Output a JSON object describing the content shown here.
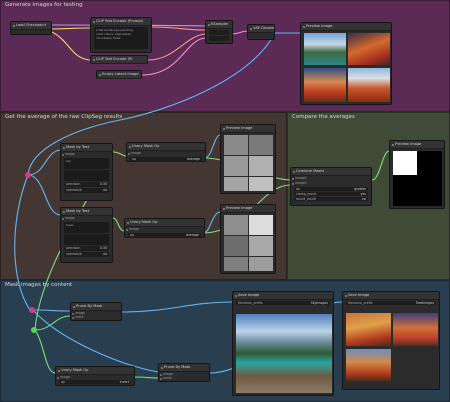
{
  "groups": {
    "top": {
      "title": "Generate images for testing",
      "color": "#6a2f63"
    },
    "avg": {
      "title": "Get the average of the raw ClipSeg results",
      "color": "#4e3f3a"
    },
    "compare": {
      "title": "Compare the averages",
      "color": "#47543e"
    },
    "bottom": {
      "title": "Mask images by content",
      "color": "#2f4859"
    }
  },
  "nodes": {
    "load_checkpoint": {
      "title": "Load Checkpoint"
    },
    "clip_encode_pos": {
      "title": "CLIP Text Encode (Prompt)",
      "prompt": "a fall landscape painting,\nvivid colors, high detail,\nmountains trees"
    },
    "clip_encode_neg": {
      "title": "CLIP Text Encode (Pr"
    },
    "empty_latent": {
      "title": "Empty Latent Image"
    },
    "ksampler": {
      "title": "KSampler"
    },
    "vae_decode": {
      "title": "VAE Decode"
    },
    "preview_top": {
      "title": "Preview Image"
    },
    "mask_text_1": {
      "title": "Mask by Text",
      "image_label": "image",
      "prompt": "sky",
      "negative": "",
      "precision_label": "precision",
      "precision_value": "0.30",
      "normalize_label": "normalize",
      "normalize_value": "no"
    },
    "mask_text_2": {
      "title": "Mask by Text",
      "image_label": "image",
      "prompt": "trees",
      "negative": "",
      "precision_label": "precision",
      "precision_value": "0.30",
      "normalize_label": "normalize",
      "normalize_value": "no"
    },
    "unary_mask_1": {
      "title": "Unary Mask Op",
      "image_label": "image",
      "op_label": "op",
      "op_value": "average"
    },
    "unary_mask_2": {
      "title": "Unary Mask Op",
      "image_label": "image",
      "op_label": "op",
      "op_value": "average"
    },
    "preview_avg_1": {
      "title": "Preview Image"
    },
    "preview_avg_2": {
      "title": "Preview Image"
    },
    "combine_masks": {
      "title": "Combine Masks",
      "image1_label": "image1",
      "image2_label": "image2",
      "op_label": "op",
      "op_value": "greater",
      "clamp_label": "clamp_result",
      "clamp_value": "yes",
      "round_label": "round_result",
      "round_value": "no"
    },
    "preview_compare": {
      "title": "Preview Image"
    },
    "prune_mask_1": {
      "title": "Prune By Mask",
      "image_label": "image",
      "mask_label": "mask"
    },
    "save_image_1": {
      "title": "Save Image",
      "prefix_label": "filename_prefix",
      "prefix_value": "SkyImages"
    },
    "save_image_2": {
      "title": "Save Image",
      "prefix_label": "filename_prefix",
      "prefix_value": "TreeImages"
    },
    "unary_mask_3": {
      "title": "Unary Mask Op",
      "image_label": "image",
      "op_label": "op",
      "op_value": "invert"
    },
    "prune_mask_2": {
      "title": "Prune By Mask",
      "image_label": "image",
      "mask_label": "mask"
    }
  },
  "colors": {
    "wire_model": "#b39ddb",
    "wire_clip": "#f2d46b",
    "wire_cond": "#f59a8f",
    "wire_latent": "#ef8fd4",
    "wire_image": "#64b5f6",
    "wire_mask": "#7ee07e",
    "reroute_pink": "#d23c88",
    "reroute_green": "#5bd15b"
  }
}
